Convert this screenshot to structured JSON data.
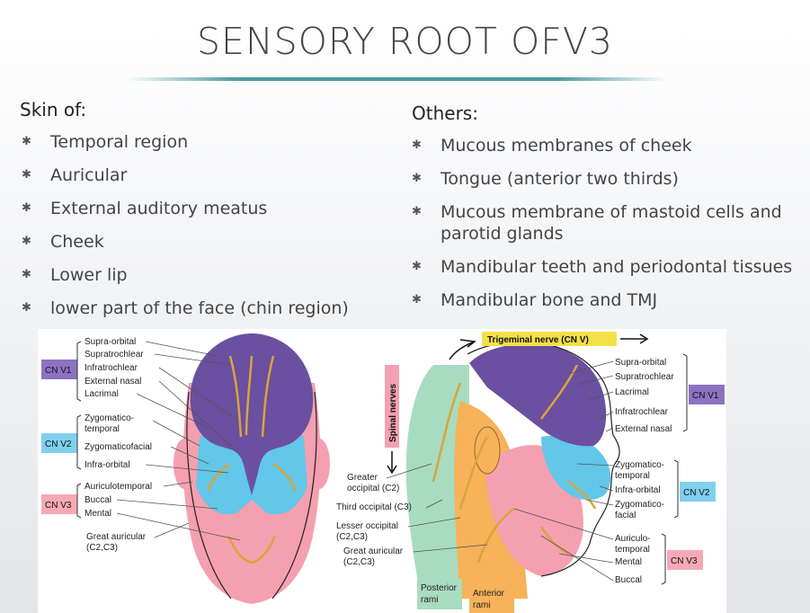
{
  "slide": {
    "title": "SENSORY ROOT OFV3",
    "left": {
      "heading": "Skin of:",
      "items": [
        "Temporal region",
        "Auricular",
        "External auditory meatus",
        "Cheek",
        "Lower lip",
        "lower part of the face (chin region)"
      ]
    },
    "right": {
      "heading": "Others:",
      "items": [
        "Mucous membranes of cheek",
        "Tongue (anterior two thirds)",
        "Mucous membrane of mastoid cells and parotid glands",
        "Mandibular teeth and periodontal tissues",
        "Mandibular bone and TMJ"
      ]
    }
  },
  "figure": {
    "top_label": "Trigeminal nerve (CN V)",
    "spinal_label": "Spinal nerves",
    "left": {
      "cn1": {
        "badge": "CN V1",
        "labels": [
          "Supra-orbital",
          "Supratrochlear",
          "Infratrochlear",
          "External nasal",
          "Lacrimal"
        ]
      },
      "cn2": {
        "badge": "CN V2",
        "labels": [
          "Zygomatico-",
          "temporal",
          "Zygomaticofacial",
          "Infra-orbital"
        ]
      },
      "cn3": {
        "badge": "CN V3",
        "labels": [
          "Auriculotemporal",
          "Buccal",
          "Mental"
        ]
      },
      "great_auricular": [
        "Great auricular",
        "(C2,C3)"
      ]
    },
    "middle": {
      "labels": [
        "Greater",
        "occipital (C2)",
        "Third occipital (C3)",
        "Lesser occipital",
        "(C2,C3)",
        "Great auricular",
        "(C2,C3)"
      ],
      "posterior": [
        "Posterior",
        "rami"
      ],
      "anterior": [
        "Anterior",
        "rami"
      ]
    },
    "right": {
      "cn1": {
        "badge": "CN V1",
        "labels": [
          "Supra-orbital",
          "Supratrochlear",
          "Lacrimal",
          "Infratrochlear",
          "External nasal"
        ]
      },
      "cn2": {
        "badge": "CN V2",
        "labels": [
          "Zygomatico-",
          "temporal",
          "Infra-orbital",
          "Zygomatico-",
          "facial"
        ]
      },
      "cn3": {
        "badge": "CN V3",
        "labels": [
          "Auriculo-",
          "temporal",
          "Mental",
          "Buccal"
        ]
      }
    },
    "colors": {
      "v1": "#6b4fa0",
      "v2": "#62c7e8",
      "v3": "#f4a0b0",
      "spinal_posterior": "#a8dcc0",
      "spinal_anterior": "#f7b25a",
      "nerve": "#d9a53a",
      "badge_v1": "#8c72c0",
      "badge_v2": "#7fd0ef",
      "badge_v3": "#f6a9b5",
      "top_label_bg": "#f5e04a"
    }
  }
}
